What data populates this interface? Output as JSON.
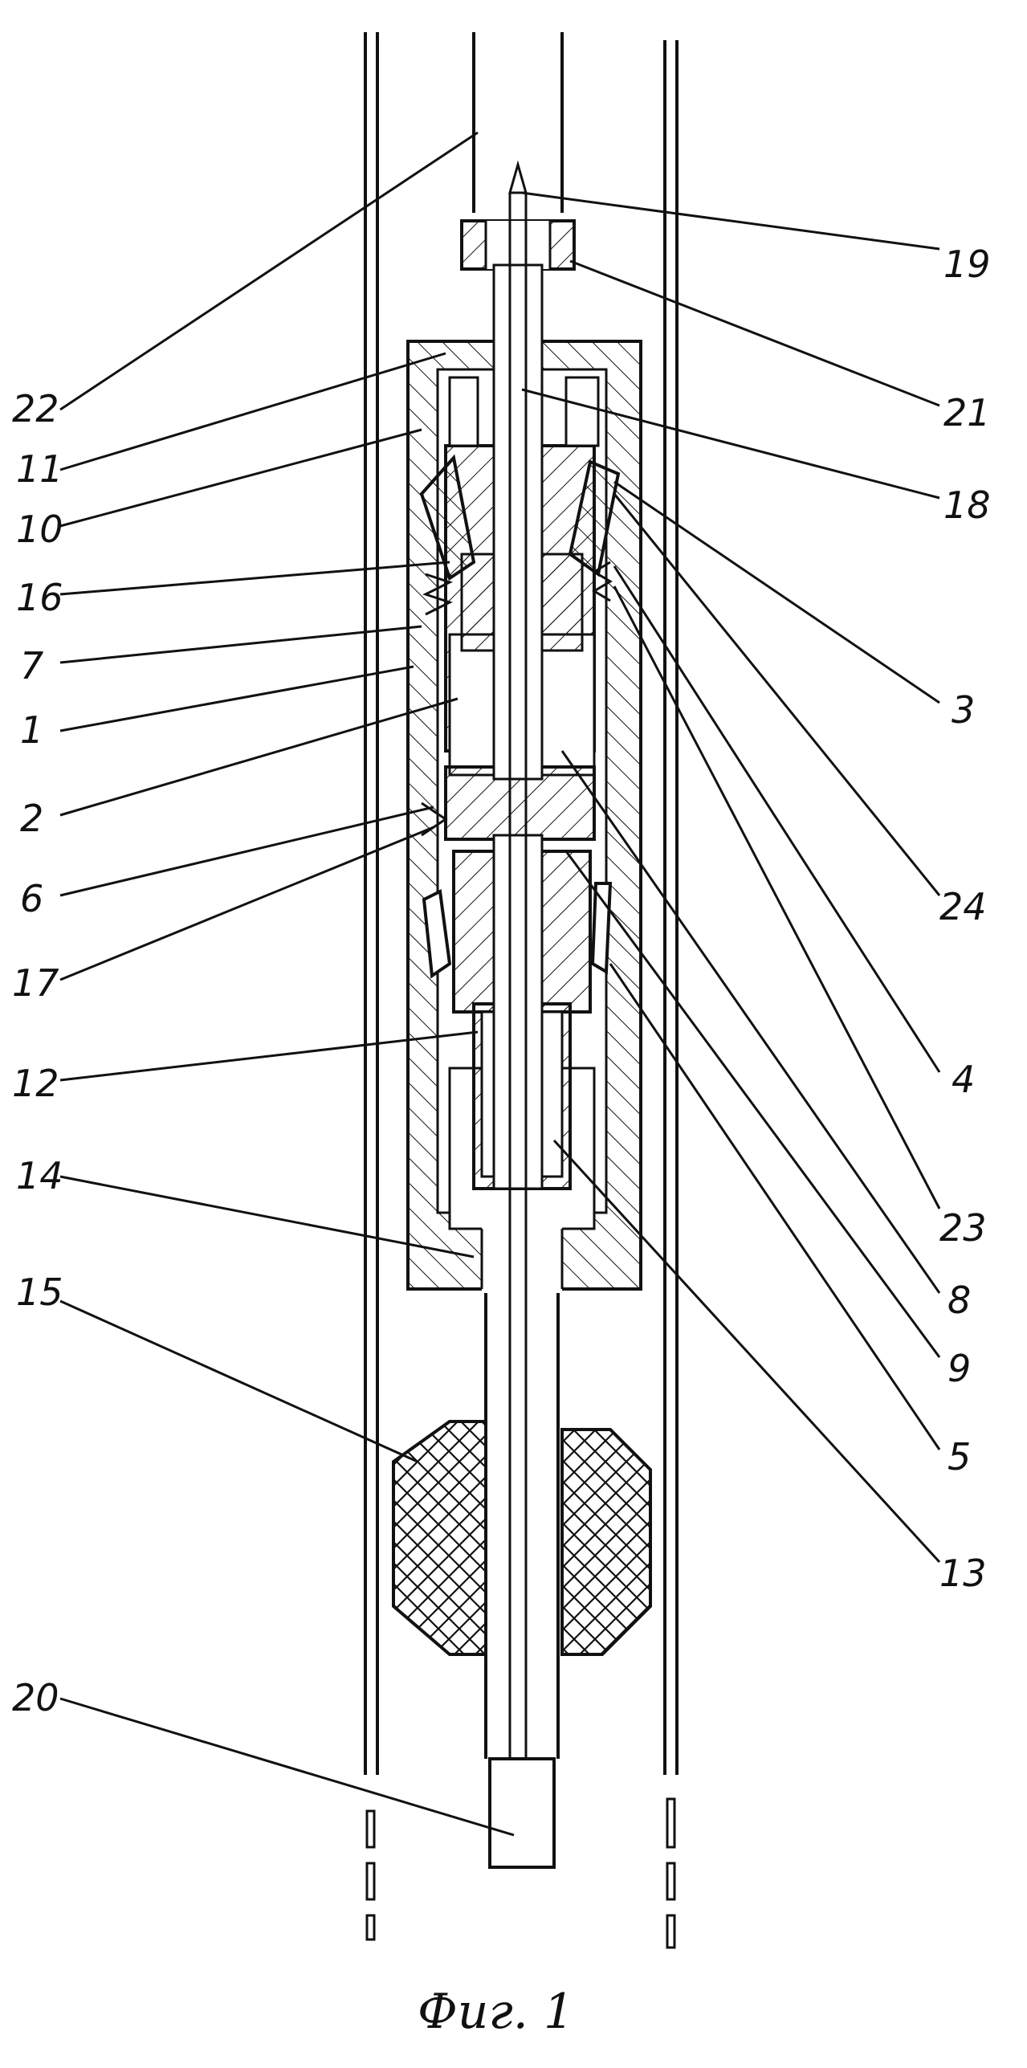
{
  "figure": {
    "caption": "Фиг. 1",
    "labels": [
      {
        "id": "22",
        "text": "22"
      },
      {
        "id": "11",
        "text": "11"
      },
      {
        "id": "10",
        "text": "10"
      },
      {
        "id": "16",
        "text": "16"
      },
      {
        "id": "7",
        "text": "7"
      },
      {
        "id": "1",
        "text": "1"
      },
      {
        "id": "2",
        "text": "2"
      },
      {
        "id": "6",
        "text": "6"
      },
      {
        "id": "17",
        "text": "17"
      },
      {
        "id": "12",
        "text": "12"
      },
      {
        "id": "14",
        "text": "14"
      },
      {
        "id": "15",
        "text": "15"
      },
      {
        "id": "20",
        "text": "20"
      },
      {
        "id": "19",
        "text": "19"
      },
      {
        "id": "21",
        "text": "21"
      },
      {
        "id": "18",
        "text": "18"
      },
      {
        "id": "3",
        "text": "3"
      },
      {
        "id": "24",
        "text": "24"
      },
      {
        "id": "4",
        "text": "4"
      },
      {
        "id": "23",
        "text": "23"
      },
      {
        "id": "8",
        "text": "8"
      },
      {
        "id": "9",
        "text": "9"
      },
      {
        "id": "5",
        "text": "5"
      },
      {
        "id": "13",
        "text": "13"
      }
    ]
  }
}
